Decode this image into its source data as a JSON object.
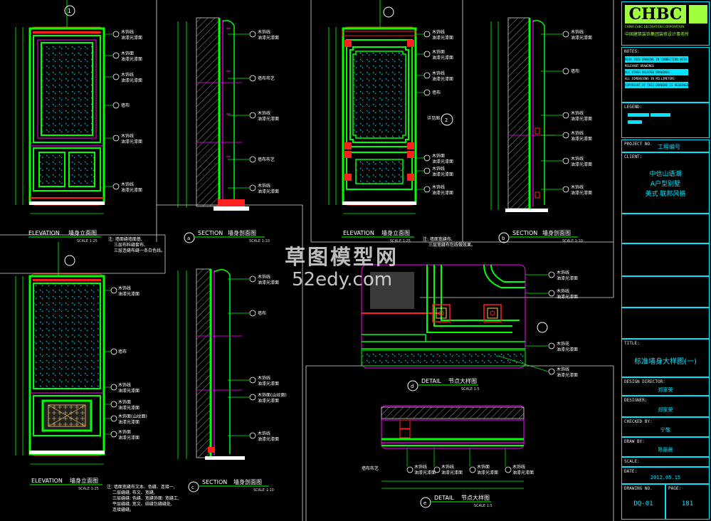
{
  "logo": {
    "text": "CHBC",
    "subtitle": "CHINA CHBC DECORATION CORPORATION",
    "company": "中国建筑装饰集团装修设计事务所"
  },
  "titleblock": {
    "notes_label": "NOTES:",
    "notes_lines": [
      "READ THIS DRAWING IN CONNECTION WITH",
      "RELEVANT DRAWINGS",
      "ALL OTHER RELATED DRAWINGS",
      "ALL DIMENSIONS IN MILLIMETERS",
      "COPYRIGHT OF THIS DRAWING IS RESERVED"
    ],
    "legend_label": "LEGEND:",
    "project_no_label": "PROJECT NO.",
    "project_no": "工程编号",
    "client_label": "CLIENT:",
    "client_lines": [
      "中信山语湖",
      "A户型别墅",
      "美式·联邦风格"
    ],
    "title_label": "TITLE:",
    "title": "标准墙身大样图(一)",
    "design_director_label": "DESIGN DIRECTOR:",
    "design_director": "郑家荣",
    "designer_label": "DESIGNER:",
    "designer": "郑家荣",
    "checked_label": "CHECKED BY:",
    "checked": "宁敬",
    "drawn_label": "DRAW BY:",
    "drawn": "陈丽晨",
    "scale_label": "SCALE:",
    "date_label": "DATE:",
    "date": "2012.05.15",
    "drawing_no_label": "DRAWING NO.",
    "drawing_no": "DQ-01",
    "page_label": "PAGE:",
    "page": "181"
  },
  "watermark": {
    "line1": "草图模型网",
    "line2": "52edy.com"
  },
  "views": [
    {
      "id": "elev1",
      "title": "ELEVATION",
      "cn": "墙身立面图",
      "scale": "SCALE 1:25"
    },
    {
      "id": "sec-a",
      "marker": "a",
      "title": "SECTION",
      "cn": "墙身剖面图",
      "scale": "SCALE 1:10"
    },
    {
      "id": "elev2",
      "title": "ELEVATION",
      "cn": "墙身立面图",
      "scale": "SCALE 1:25"
    },
    {
      "id": "sec-b",
      "marker": "b",
      "title": "SECTION",
      "cn": "墙身剖面图",
      "scale": "SCALE 1:10"
    },
    {
      "id": "elev3",
      "title": "ELEVATION",
      "cn": "墙身立面图",
      "scale": "SCALE 1:25"
    },
    {
      "id": "sec-c",
      "marker": "c",
      "title": "SECTION",
      "cn": "墙身剖面图",
      "scale": "SCALE 1:10"
    },
    {
      "id": "det-d",
      "marker": "d",
      "title": "DETAIL",
      "cn": "节点大样图",
      "scale": "SCALE 1:5"
    },
    {
      "id": "det-e",
      "marker": "e",
      "title": "DETAIL",
      "cn": "节点大样图",
      "scale": "SCALE 1:5"
    }
  ],
  "notes": {
    "elev1": [
      "注: 墙面缝墙面基,",
      "三层布料缝套布,",
      "三层连缝布缝一条白色线。"
    ],
    "elev2": [
      "注: 墙面宽缝布,",
      "三层宽缝布包线做效果。"
    ],
    "elev3": [
      "注: 墙面宽缝布文本、色缝、连接一,",
      "二层缝缝, 布文、宽缝,",
      "三层缝缝: 色缝、宽缝饰面: 宽缝工,",
      "平层缝缝, 宽文、结缝包缝缝处,",
      "连接缝缝。"
    ]
  },
  "callouts": {
    "c1": [
      "木饰线",
      "油漆光漆面"
    ],
    "c2": [
      "木饰面",
      "油漆光漆面"
    ],
    "c3": [
      "木饰线",
      "油漆光漆面"
    ],
    "c4": [
      "墙布"
    ],
    "c5": [
      "木饰线",
      "油漆光漆面"
    ],
    "c6": [
      "木饰线",
      "油漆光漆面"
    ],
    "s1": [
      "木饰线",
      "油漆光漆面"
    ],
    "s2": [
      "墙布布艺"
    ],
    "s3": [
      "木饰线",
      "油漆光漆面"
    ],
    "s4": [
      "墙布布艺"
    ],
    "s5": [
      "木饰线",
      "油漆光漆面"
    ],
    "e1": [
      "木饰线",
      "油漆光漆面"
    ],
    "e2": [
      "木饰面",
      "油漆光漆面"
    ],
    "e3": [
      "木饰线",
      "油漆光漆面"
    ],
    "e4": [
      "墙布"
    ],
    "e5": [
      "木饰面",
      "油漆光漆面"
    ],
    "e6": [
      "木饰线",
      "油漆光漆面"
    ],
    "e7": [
      "木饰线",
      "油漆光漆面"
    ],
    "b1": [
      "木饰线",
      "油漆光漆面"
    ],
    "b2": [
      "墙布"
    ],
    "b3": [
      "木饰线",
      "油漆光漆面"
    ],
    "b4": [
      "木饰线",
      "油漆光漆面"
    ],
    "b5": [
      "木饰线",
      "油漆光漆面"
    ],
    "b6": [
      "木饰线",
      "油漆光漆面"
    ],
    "f1": [
      "木饰线",
      "油漆光漆面"
    ],
    "f2": [
      "墙布"
    ],
    "f3": [
      "木饰线",
      "油漆光漆面"
    ],
    "f4": [
      "木饰面",
      "油漆光漆面"
    ],
    "f5": [
      "木饰面(山纹面)",
      "油漆光漆面"
    ],
    "f6": [
      "木饰面",
      "油漆光漆面"
    ],
    "g1": [
      "木饰线",
      "油漆光漆面"
    ],
    "g2": [
      "墙布"
    ],
    "g3": [
      "木饰线",
      "油漆光漆面"
    ],
    "g4": [
      "木饰面(山纹面)",
      "油漆光漆面"
    ],
    "g5": [
      "木饰线",
      "油漆光漆面"
    ],
    "d1": [
      "木饰线",
      "油漆光漆面"
    ],
    "d2": [
      "木饰线",
      "油漆光漆面"
    ],
    "d3": [
      "木饰花",
      "油漆光漆面"
    ],
    "d4": [
      "木饰线",
      "油漆光漆面"
    ],
    "h1": [
      "木饰线",
      "油漆光漆面"
    ],
    "h2": [
      "木饰线",
      "油漆光漆面"
    ],
    "h3": [
      "木饰面",
      "油漆光漆面"
    ],
    "h4": [
      "木饰线",
      "油漆光漆面"
    ],
    "h5": [
      "墙布布艺"
    ]
  },
  "misc": {
    "sub_label_d": "详见图",
    "detail_e_side": "墙布布艺"
  },
  "colors": {
    "line_green": "#00ff00",
    "line_cyan": "#00e5ff",
    "line_magenta": "#ff00ff",
    "line_red": "#ff2020",
    "line_white": "#ffffff"
  }
}
